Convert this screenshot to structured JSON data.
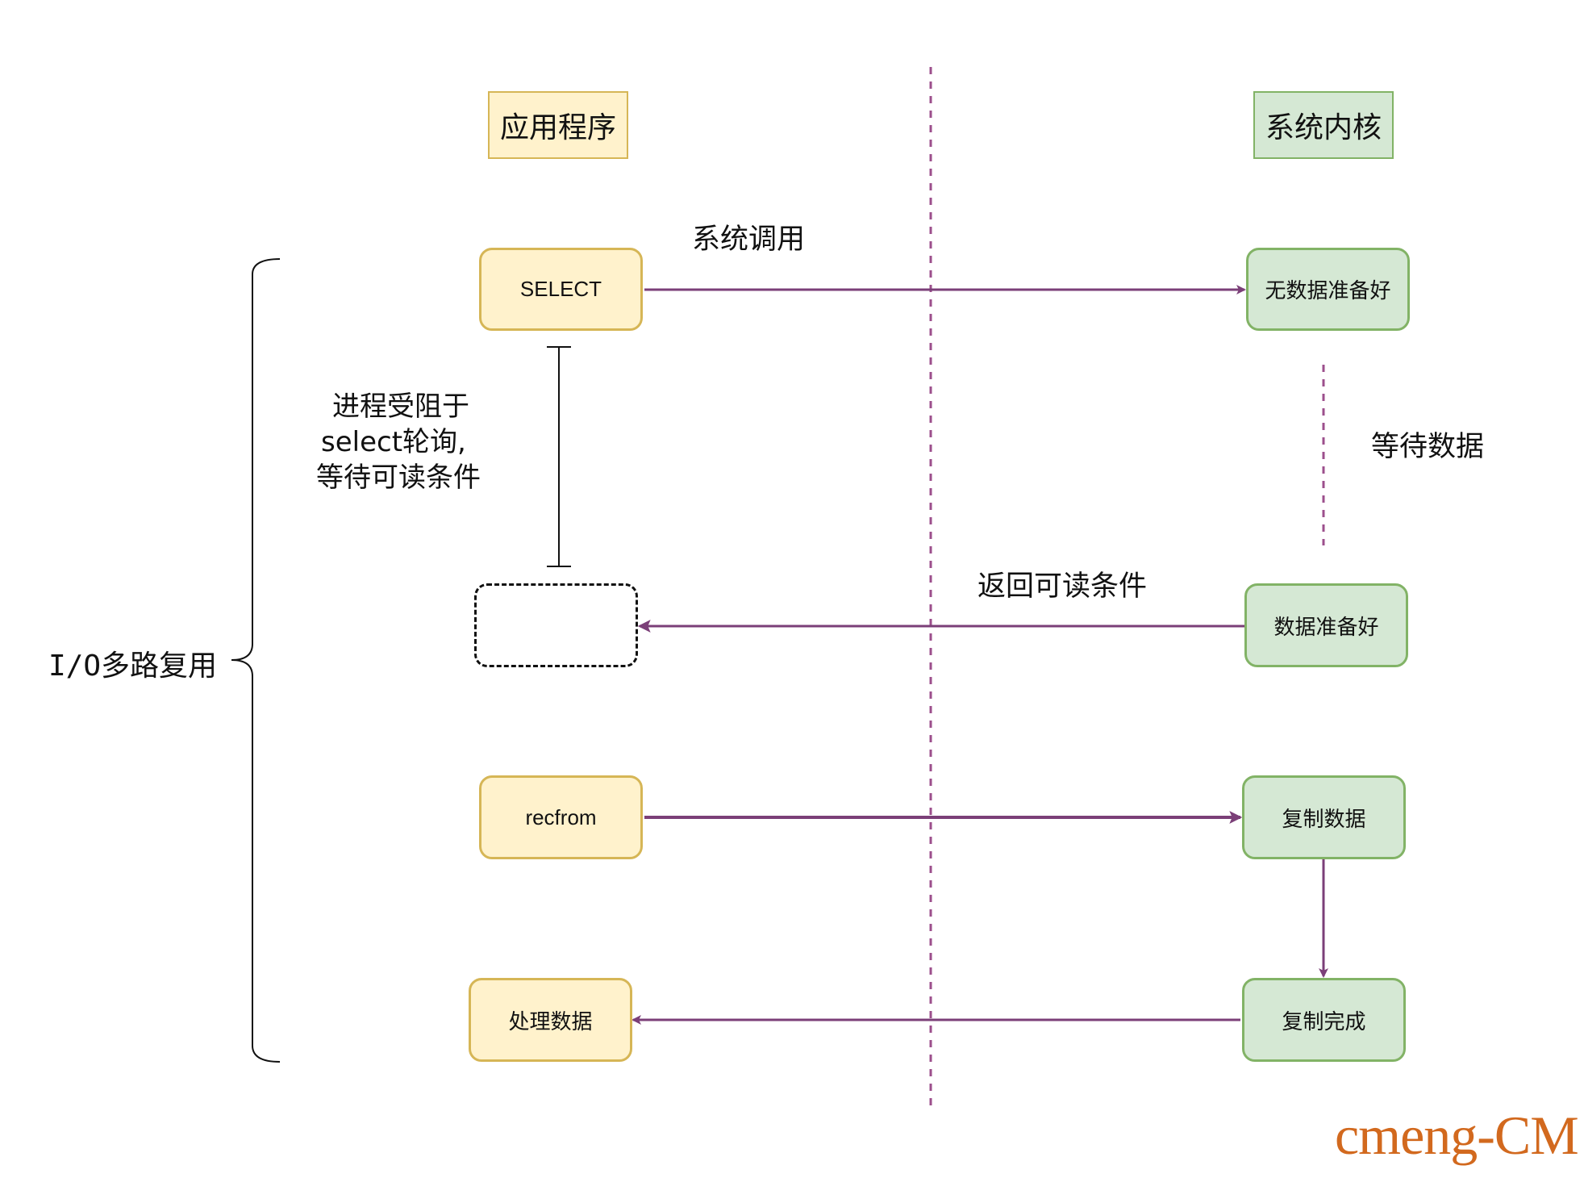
{
  "headers": {
    "application": "应用程序",
    "kernel": "系统内核"
  },
  "app_nodes": {
    "select": "SELECT",
    "pending": "",
    "recfrom": "recfrom",
    "process": "处理数据"
  },
  "kernel_nodes": {
    "no_data": "无数据准备好",
    "data_ready": "数据准备好",
    "copy": "复制数据",
    "copy_done": "复制完成"
  },
  "edge_labels": {
    "syscall": "系统调用",
    "return_readable": "返回可读条件"
  },
  "annotations": {
    "blocked_lines": [
      "进程受阻于",
      "select轮询,",
      "等待可读条件"
    ],
    "wait_data": "等待数据",
    "group": "I/O多路复用"
  },
  "watermark": "cmeng-CM",
  "colors": {
    "arrow": "#7b3f78",
    "divider": "#9c4f8c",
    "app_fill": "#fff2cc",
    "app_stroke": "#d6b656",
    "kernel_fill": "#d5e8d4",
    "kernel_stroke": "#82b366"
  }
}
